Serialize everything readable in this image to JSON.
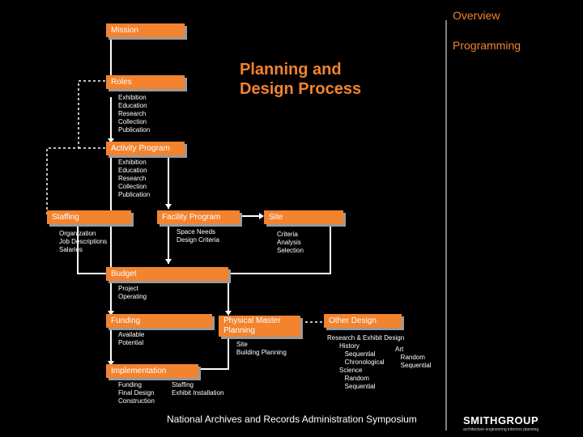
{
  "header": {
    "overview": "Overview",
    "programming": "Programming"
  },
  "title": {
    "line1": "Planning and",
    "line2": "Design Process"
  },
  "boxes": {
    "mission": "Mission",
    "roles": "Roles",
    "activity_program": "Activity Program",
    "staffing": "Staffing",
    "facility_program": "Facility Program",
    "site": "Site",
    "budget": "Budget",
    "funding": "Funding",
    "physical_master_planning": "Physical Master\nPlanning",
    "other_design": "Other Design",
    "implementation": "Implementation"
  },
  "notes": {
    "roles": "Exhibition\nEducation\nResearch\nCollection\nPublication",
    "activity": "Exhibition\nEducation\nResearch\nCollection\nPublication",
    "staffing": "Organization\nJob Descriptions\nSalaries",
    "facility": "Space Needs\nDesign Criteria",
    "site": "Criteria\nAnalysis\nSelection",
    "budget": "Project\nOperating",
    "funding": "Available\nPotential",
    "physical": "Site\nBuilding Planning",
    "other_design_head": "Research & Exhibit Design",
    "other_design_col1": "History\n   Sequential\n   Chronological\nScience\n   Random\n   Sequential",
    "other_design_col2": "Art\n   Random\n   Sequential",
    "impl_left": "Funding\nFinal Design\nConstruction",
    "impl_right": "Staffing\nExhibit Installation"
  },
  "footer": "National Archives and Records Administration Symposium",
  "logo": {
    "name": "SMITHGROUP",
    "tagline": "architecture engineering interiors planning"
  },
  "colors": {
    "accent": "#f2832f",
    "background": "#000000",
    "shadow": "#9a9a9a"
  }
}
